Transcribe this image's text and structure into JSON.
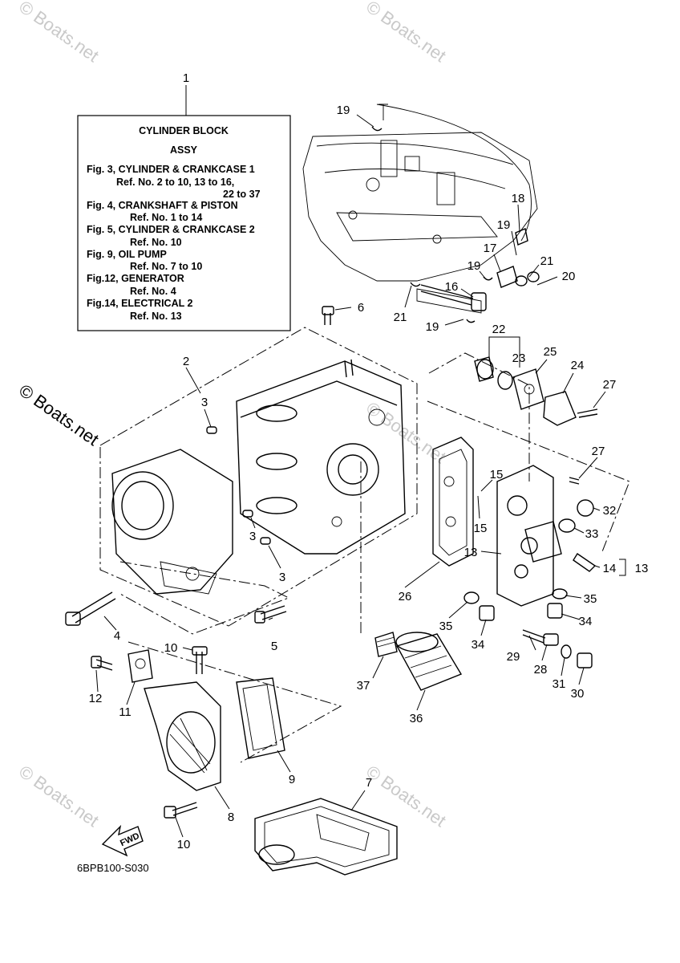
{
  "header_ref": "1",
  "info_box": {
    "title": "CYLINDER  BLOCK",
    "subtitle": "ASSY",
    "lines": [
      "Fig. 3, CYLINDER & CRANKCASE 1",
      "Ref. No. 2 to 10, 13 to 16,",
      "22 to 37",
      "Fig. 4, CRANKSHAFT & PISTON",
      "Ref. No. 1 to 14",
      "Fig. 5, CYLINDER & CRANKCASE 2",
      "Ref. No. 10",
      "Fig. 9, OIL PUMP",
      "Ref. No. 7 to 10",
      "Fig.12, GENERATOR",
      "Ref. No. 4",
      "Fig.14, ELECTRICAL 2",
      "Ref. No. 13"
    ]
  },
  "callouts": [
    "19",
    "18",
    "19",
    "17",
    "21",
    "20",
    "19",
    "16",
    "21",
    "19",
    "6",
    "22",
    "23",
    "25",
    "24",
    "27",
    "2",
    "3",
    "27",
    "15",
    "15",
    "32",
    "33",
    "13",
    "14",
    "13",
    "3",
    "3",
    "26",
    "35",
    "34",
    "35",
    "34",
    "29",
    "28",
    "31",
    "30",
    "4",
    "5",
    "37",
    "36",
    "10",
    "12",
    "11",
    "9",
    "8",
    "10",
    "7"
  ],
  "watermarks": [
    "© Boats.net",
    "© Boats.net",
    "© Boats.net",
    "© Boats.net",
    "© Boats.net",
    "© Boats.net"
  ],
  "fwd_label": "FWD",
  "diagram_code": "6BPB100-S030"
}
